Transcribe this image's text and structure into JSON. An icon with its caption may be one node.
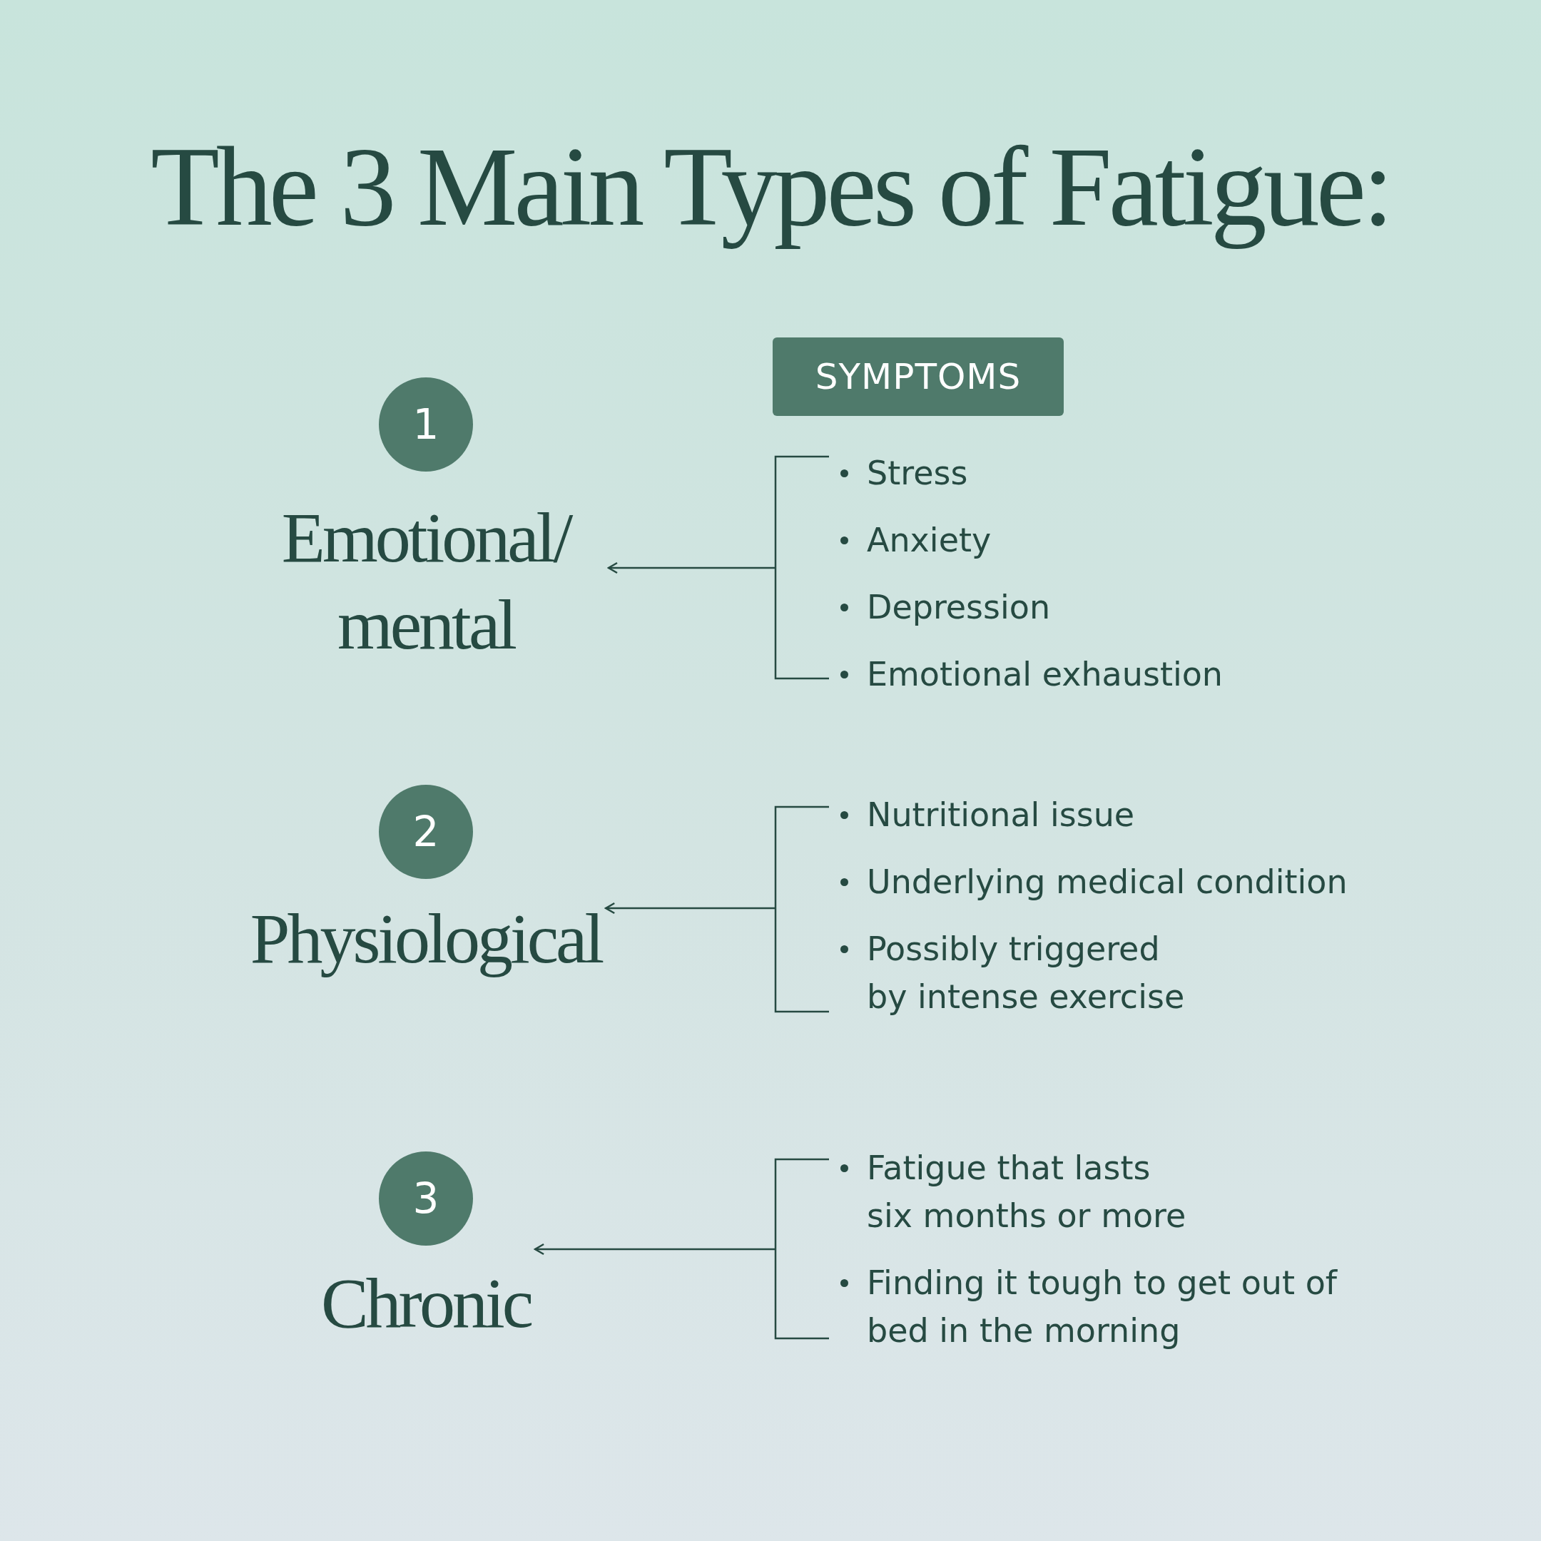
{
  "diagram": {
    "title": "The 3 Main Types of Fatigue:",
    "nodes": [
      {
        "text": [
          "SYMPTOMS"
        ]
      },
      {
        "text": [
          "1"
        ]
      },
      {
        "text": [
          "Emotional/ mental"
        ]
      },
      {
        "text": [
          "Stress",
          "Anxiety",
          "Depression",
          "Emotional exhaustion"
        ]
      },
      {
        "text": [
          "2"
        ]
      },
      {
        "text": [
          "Physiological"
        ]
      },
      {
        "text": [
          "Nutritional issue",
          "Underlying medical condition",
          "Possibly triggered by intense exercise"
        ]
      },
      {
        "text": [
          "3"
        ]
      },
      {
        "text": [
          "Chronic"
        ]
      },
      {
        "text": [
          "Fatigue that lasts six months or more",
          "Finding it tough to get out of bed in the morning"
        ]
      }
    ],
    "edges": [
      {
        "from": 3,
        "to": 2,
        "arrow": "to"
      },
      {
        "from": 6,
        "to": 5,
        "arrow": "to"
      },
      {
        "from": 9,
        "to": 8,
        "arrow": "to"
      }
    ]
  }
}
